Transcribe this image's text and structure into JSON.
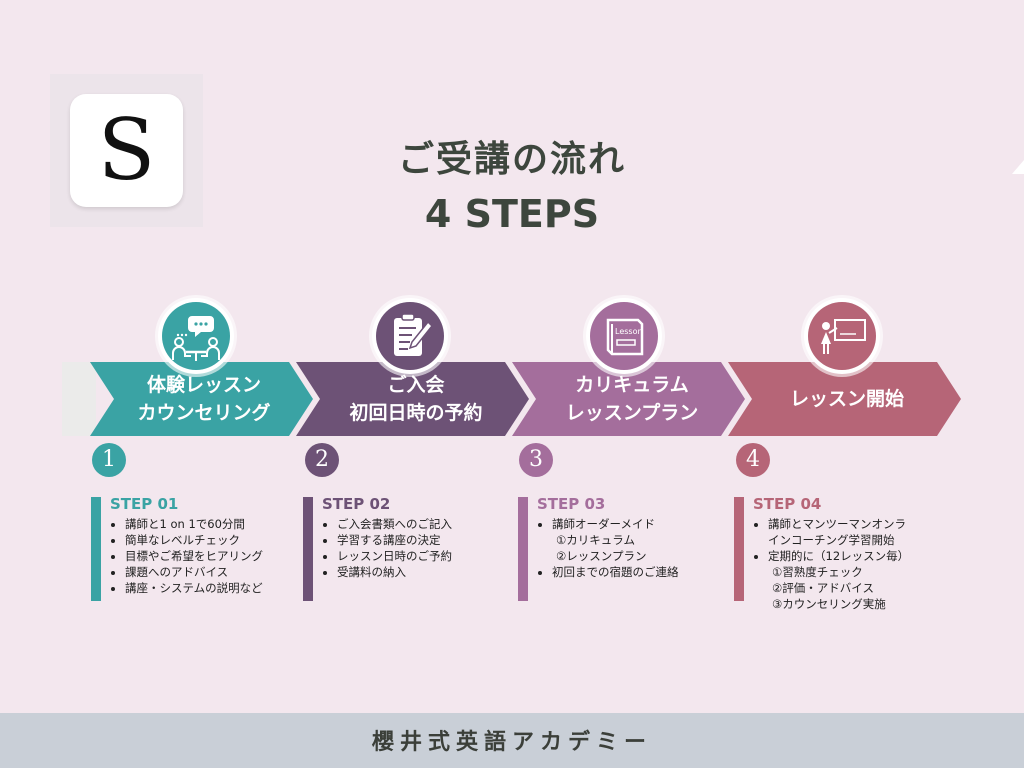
{
  "logo": {
    "letter": "S"
  },
  "title": {
    "line1": "ご受講の流れ",
    "line2": "4 STEPS"
  },
  "colors": {
    "step1": "#3aa3a4",
    "step2": "#6d5276",
    "step3": "#a46e9c",
    "step4": "#b66577",
    "background": "#f3e7ee",
    "footer": "#c9cfd7"
  },
  "steps": [
    {
      "icon": "meeting-icon",
      "arrow_lines": [
        "体験レッスン",
        "カウンセリング"
      ],
      "number": "1",
      "title": "STEP 01",
      "bullets": [
        {
          "text": "講師と1 on 1で60分間",
          "sub": false
        },
        {
          "text": "簡単なレベルチェック",
          "sub": false
        },
        {
          "text": "目標やご希望をヒアリング",
          "sub": false
        },
        {
          "text": "課題へのアドバイス",
          "sub": false
        },
        {
          "text": "講座・システムの説明など",
          "sub": false
        }
      ]
    },
    {
      "icon": "clipboard-pencil-icon",
      "arrow_lines": [
        "ご入会",
        "初回日時の予約"
      ],
      "number": "2",
      "title": "STEP 02",
      "bullets": [
        {
          "text": "ご入会書類へのご記入",
          "sub": false
        },
        {
          "text": "学習する講座の決定",
          "sub": false
        },
        {
          "text": "レッスン日時のご予約",
          "sub": false
        },
        {
          "text": "受講料の納入",
          "sub": false
        }
      ]
    },
    {
      "icon": "lesson-book-icon",
      "icon_text": "Lesson",
      "arrow_lines": [
        "カリキュラム",
        "レッスンプラン"
      ],
      "number": "3",
      "title": "STEP 03",
      "bullets": [
        {
          "text": "講師オーダーメイド",
          "sub": false
        },
        {
          "text": "①カリキュラム",
          "sub": true
        },
        {
          "text": "②レッスンプラン",
          "sub": true
        },
        {
          "text": "初回までの宿題のご連絡",
          "sub": false
        }
      ]
    },
    {
      "icon": "teacher-whiteboard-icon",
      "arrow_lines": [
        "レッスン開始"
      ],
      "number": "4",
      "title": "STEP 04",
      "bullets": [
        {
          "text": "講師とマンツーマンオンラ",
          "sub": false
        },
        {
          "text": "インコーチング学習開始",
          "sub": true
        },
        {
          "text": "定期的に（12レッスン毎）",
          "sub": false
        },
        {
          "text": "①習熟度チェック",
          "sub": true
        },
        {
          "text": "②評価・アドバイス",
          "sub": true
        },
        {
          "text": "③カウンセリング実施",
          "sub": true
        }
      ]
    }
  ],
  "footer": {
    "text": "櫻井式英語アカデミー"
  }
}
